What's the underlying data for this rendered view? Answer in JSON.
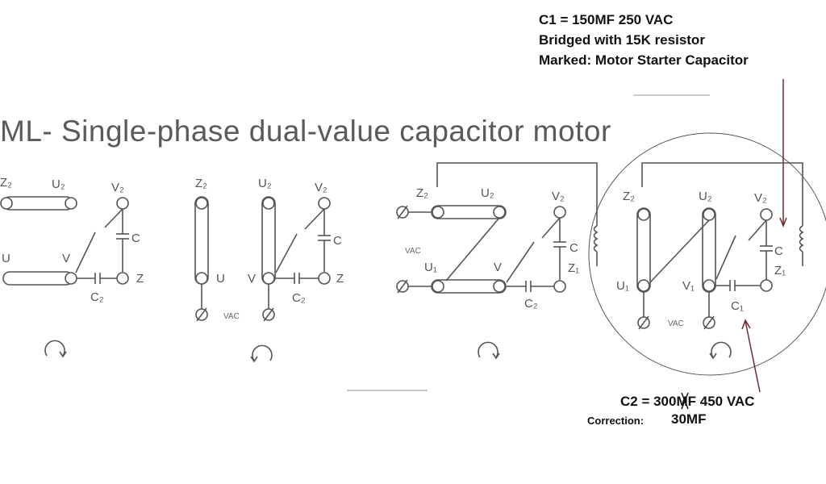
{
  "title": "ML- Single-phase dual-value capacitor motor",
  "notes": {
    "c1_line1": "C1 = 150MF 250 VAC",
    "c1_line2": "Bridged with 15K resistor",
    "c1_line3": "Marked: Motor Starter Capacitor",
    "c2": "C2 = 300MF 450 VAC",
    "correction_label": "Correction:",
    "correction_value": "30MF"
  },
  "terminals": {
    "z2": "Z₂",
    "u2": "U₂",
    "v2": "V₂",
    "u1": "U",
    "v1": "V",
    "u1b": "U₁",
    "v1b": "V₁",
    "z1": "Z",
    "z1b": "Z₁",
    "c": "C",
    "c2": "C₂",
    "c1": "C₁",
    "vac": "VAC"
  },
  "colors": {
    "ink": "#555555",
    "pointer": "#6b2b2b"
  }
}
